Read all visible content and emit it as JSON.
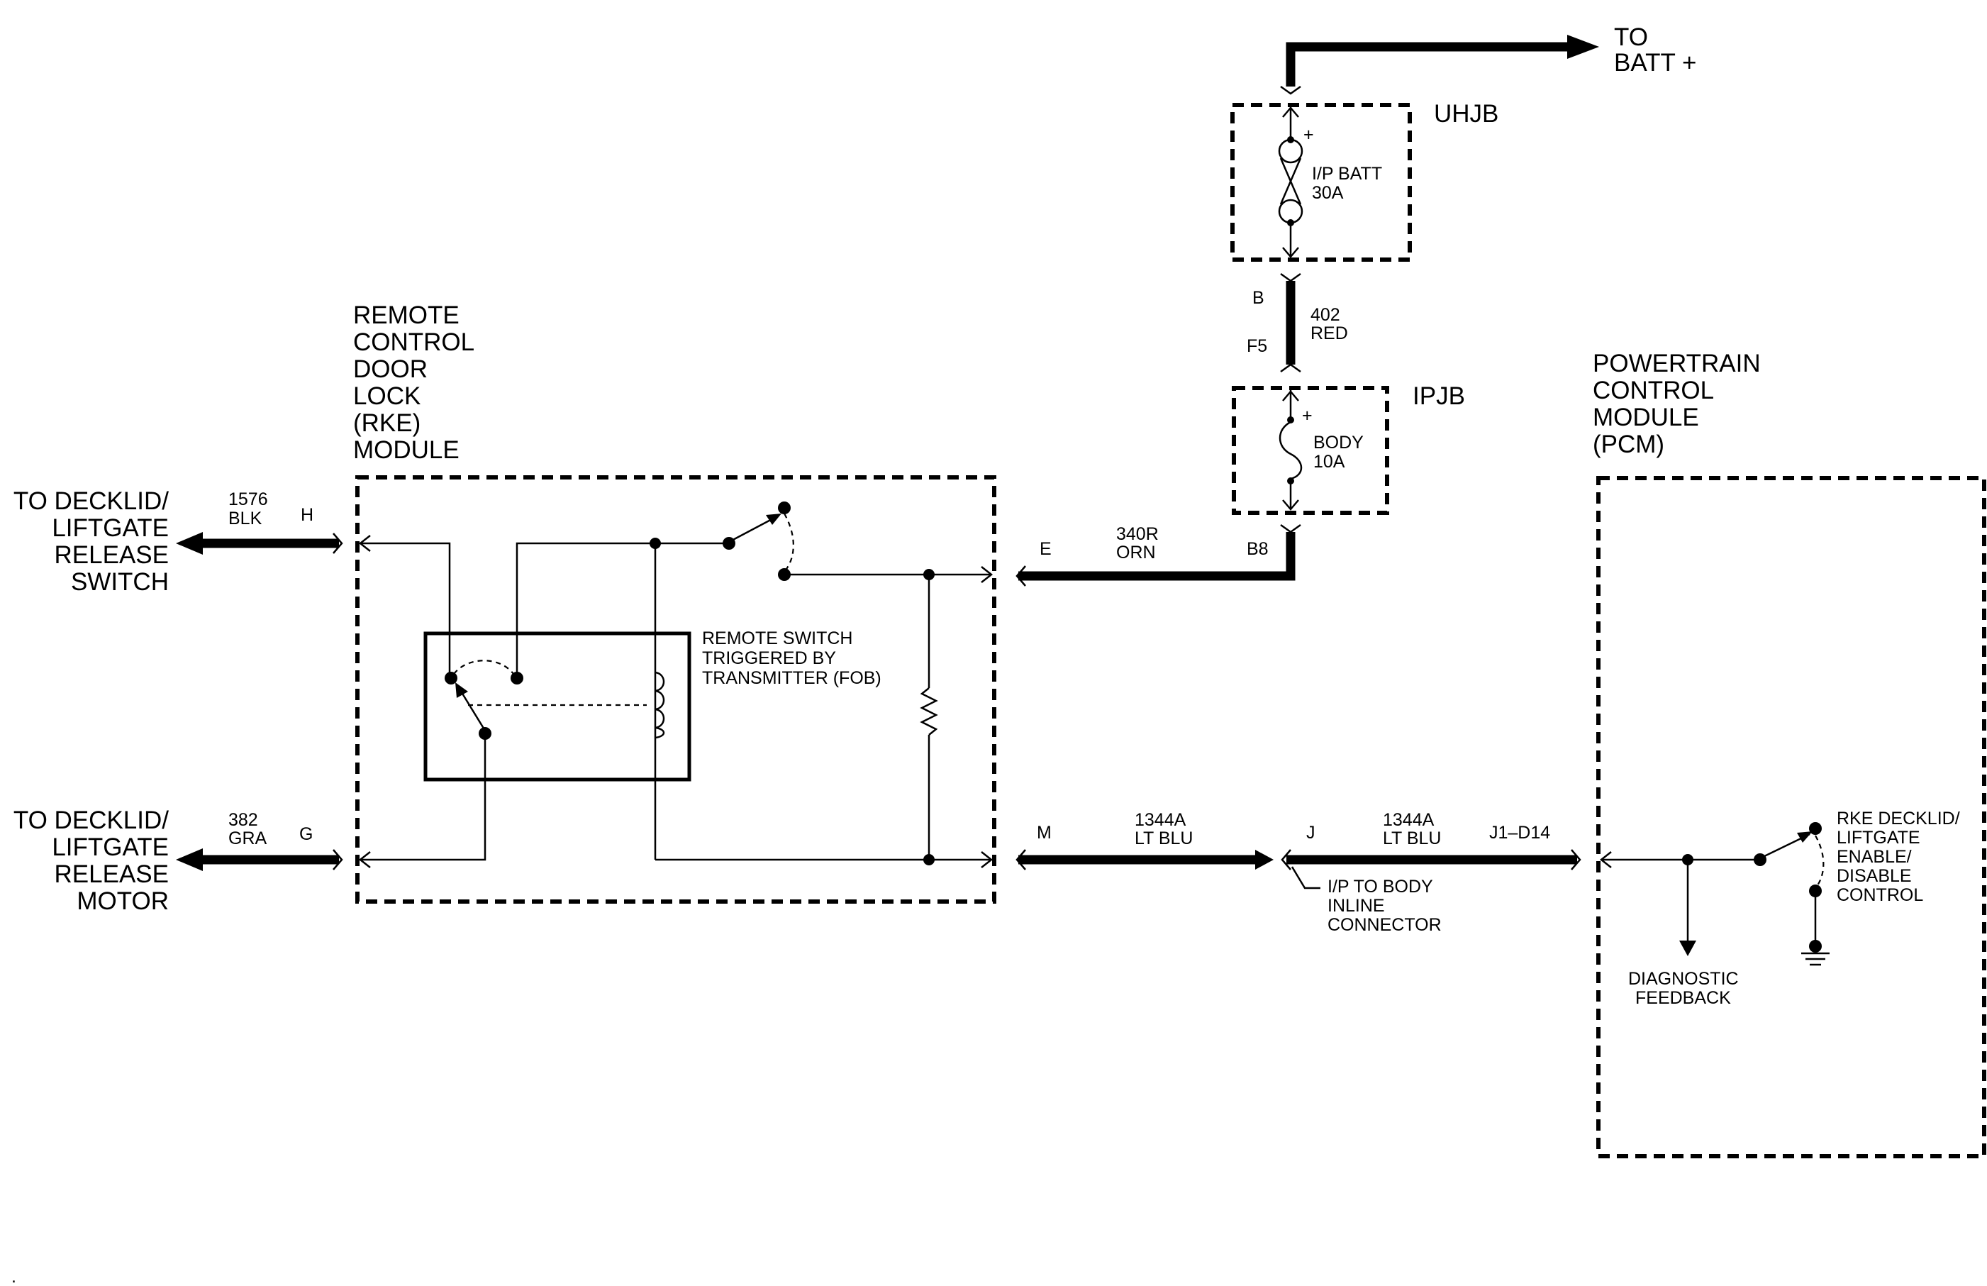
{
  "labels": {
    "to_batt": [
      "TO",
      "BATT +"
    ],
    "uhjb": "UHJB",
    "ipjb": "IPJB",
    "ip_batt_fuse": [
      "I/P BATT",
      "30A"
    ],
    "body_fuse": [
      "BODY",
      "10A"
    ],
    "b": "B",
    "f5": "F5",
    "b8": "B8",
    "wire_402": [
      "402",
      "RED"
    ],
    "rke_module": [
      "REMOTE",
      "CONTROL",
      "DOOR",
      "LOCK",
      "(RKE)",
      "MODULE"
    ],
    "pcm": [
      "POWERTRAIN",
      "CONTROL",
      "MODULE",
      "(PCM)"
    ],
    "to_switch": [
      "TO DECKLID/",
      "LIFTGATE",
      "RELEASE",
      "SWITCH"
    ],
    "to_motor": [
      "TO DECKLID/",
      "LIFTGATE",
      "RELEASE",
      "MOTOR"
    ],
    "wire_1576": [
      "1576",
      "BLK"
    ],
    "h": "H",
    "wire_382": [
      "382",
      "GRA"
    ],
    "g": "G",
    "remote_switch": [
      "REMOTE SWITCH",
      "TRIGGERED BY",
      "TRANSMITTER (FOB)"
    ],
    "e": "E",
    "wire_340r": [
      "340R",
      "ORN"
    ],
    "m": "M",
    "wire_1344a_left": [
      "1344A",
      "LT BLU"
    ],
    "j": "J",
    "wire_1344a_right": [
      "1344A",
      "LT BLU"
    ],
    "j1_d14": "J1–D14",
    "inline_connector": [
      "I/P TO BODY",
      "INLINE",
      "CONNECTOR"
    ],
    "diagnostic": [
      "DIAGNOSTIC",
      "FEEDBACK"
    ],
    "rke_control": [
      "RKE DECKLID/",
      "LIFTGATE",
      "ENABLE/",
      "DISABLE",
      "CONTROL"
    ],
    "plus_uhjb": "+",
    "plus_ipjb": "+",
    "corner_mark": "."
  }
}
